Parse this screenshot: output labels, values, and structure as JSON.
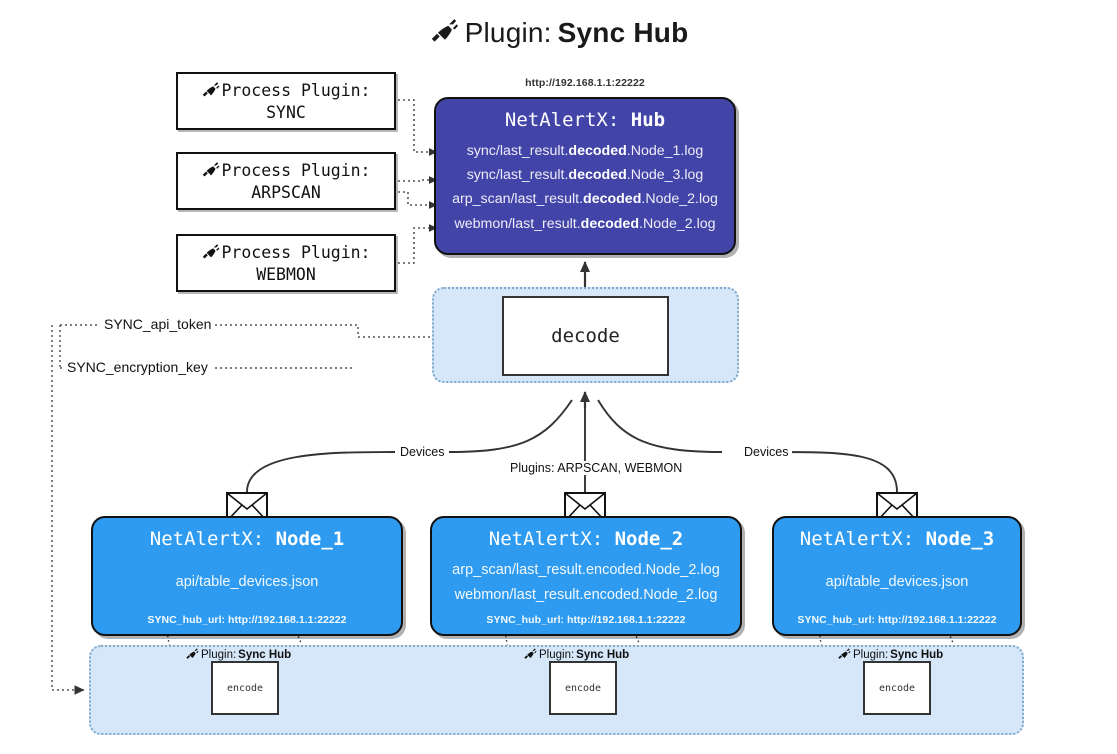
{
  "title": {
    "icon": "plug-icon",
    "prefix": "Plugin:",
    "name": "Sync Hub"
  },
  "process_plugins": [
    {
      "icon": "plug-icon",
      "line1": "Process Plugin:",
      "line2": "SYNC"
    },
    {
      "icon": "plug-icon",
      "line1": "Process Plugin:",
      "line2": "ARPSCAN"
    },
    {
      "icon": "plug-icon",
      "line1": "Process Plugin:",
      "line2": "WEBMON"
    }
  ],
  "hub": {
    "url": "http://192.168.1.1:22222",
    "title_prefix": "NetAlertX:",
    "title_name": "Hub",
    "logs": [
      {
        "pre": "sync/last_result.",
        "mid": "decoded",
        "post": ".Node_1.log"
      },
      {
        "pre": "sync/last_result.",
        "mid": "decoded",
        "post": ".Node_3.log"
      },
      {
        "pre": "arp_scan/last_result.",
        "mid": "decoded",
        "post": ".Node_2.log"
      },
      {
        "pre": "webmon/last_result.",
        "mid": "decoded",
        "post": ".Node_2.log"
      }
    ]
  },
  "decode": {
    "label": "decode"
  },
  "secrets": [
    {
      "label": "SYNC_api_token"
    },
    {
      "label": "SYNC_encryption_key"
    }
  ],
  "edge_labels": {
    "left_devices": "Devices",
    "right_devices": "Devices",
    "center_plugins": "Plugins: ARPSCAN, WEBMON"
  },
  "nodes": [
    {
      "icon": "envelope-icon",
      "title_prefix": "NetAlertX:",
      "title_name": "Node_1",
      "lines": [
        "api/table_devices.json"
      ],
      "footer": "SYNC_hub_url: http://192.168.1.1:22222"
    },
    {
      "icon": "envelope-icon",
      "title_prefix": "NetAlertX:",
      "title_name": "Node_2",
      "lines": [
        "arp_scan/last_result.encoded.Node_2.log",
        "webmon/last_result.encoded.Node_2.log"
      ],
      "footer": "SYNC_hub_url: http://192.168.1.1:22222"
    },
    {
      "icon": "envelope-icon",
      "title_prefix": "NetAlertX:",
      "title_name": "Node_3",
      "lines": [
        "api/table_devices.json"
      ],
      "footer": "SYNC_hub_url: http://192.168.1.1:22222"
    }
  ],
  "encoders": [
    {
      "icon": "plug-icon",
      "prefix": "Plugin:",
      "name": "Sync Hub",
      "box_label": "encode"
    },
    {
      "icon": "plug-icon",
      "prefix": "Plugin:",
      "name": "Sync Hub",
      "box_label": "encode"
    },
    {
      "icon": "plug-icon",
      "prefix": "Plugin:",
      "name": "Sync Hub",
      "box_label": "encode"
    }
  ],
  "colors": {
    "hub_fill": "#4244a8",
    "node_fill": "#2e9bf0",
    "container_fill": "#d5e7f9",
    "container_border": "#7fa8c8",
    "stroke": "#111111",
    "page_bg": "#ffffff"
  }
}
